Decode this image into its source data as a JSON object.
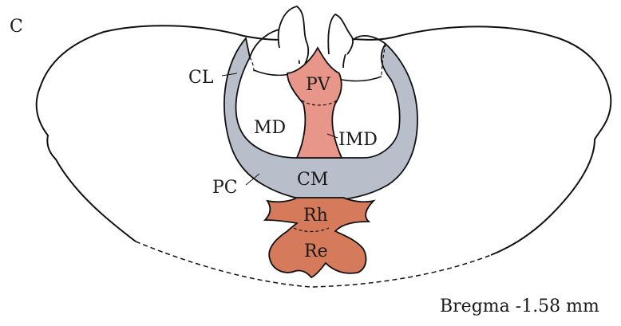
{
  "panel_letter": "C",
  "bregma": "Bregma -1.58 mm",
  "colors": {
    "outline": "#111111",
    "gray_band": "#b8bfca",
    "midline_salmon": "#e8958a",
    "reuniens_brown": "#d67a5c",
    "background": "#ffffff"
  },
  "regions": {
    "CL": {
      "label": "CL",
      "full": ""
    },
    "PV": {
      "label": "PV",
      "full": ""
    },
    "MD": {
      "label": "MD",
      "full": ""
    },
    "IMD": {
      "label": "IMD",
      "full": ""
    },
    "PC": {
      "label": "PC",
      "full": ""
    },
    "CM": {
      "label": "CM",
      "full": ""
    },
    "Rh": {
      "label": "Rh",
      "full": ""
    },
    "Re": {
      "label": "Re",
      "full": ""
    }
  }
}
